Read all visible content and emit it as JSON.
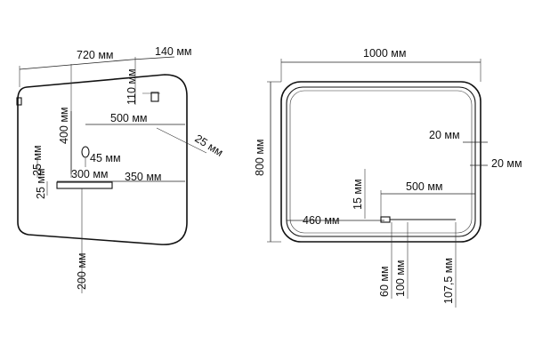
{
  "diagram": {
    "side_view": {
      "labels": {
        "width_720": "720 мм",
        "width_140": "140 мм",
        "height_110": "110 мм",
        "height_400": "400 мм",
        "width_500": "500 мм",
        "thickness_25_diag": "25 мм",
        "offset_45": "45 мм",
        "height_25_left": "25 мм",
        "width_300": "300 мм",
        "width_350": "350 мм",
        "height_25_small": "25 мм",
        "depth_200": "200 мм"
      }
    },
    "front_view": {
      "labels": {
        "width_1000": "1000 мм",
        "height_800": "800 мм",
        "inset_20_top": "20 мм",
        "inset_20_right": "20 мм",
        "width_500": "500 мм",
        "height_15": "15 мм",
        "width_460": "460 мм",
        "dim_60": "60 мм",
        "dim_100": "100 мм",
        "dim_107_5": "107,5 мм"
      }
    }
  }
}
